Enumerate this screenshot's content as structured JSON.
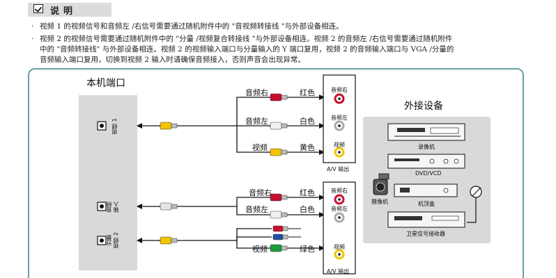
{
  "header": {
    "title": "说明",
    "icon": "checkbox-icon"
  },
  "notes": [
    {
      "bullet": "·",
      "lines": [
        "视频 1 的视频信号和音频左 /右信号需要通过随机附件中的 \"音视频转接线 \"与外部设备相连。"
      ]
    },
    {
      "bullet": "·",
      "lines": [
        "视频 2 的视频信号需要通过随机附件中的 \"分量 /视频复合转接线 \"与外部设备相连。视频 2 的音频左 /右信号需要通过随机附件",
        "中的 \"音频转接线\" 与外部设备相连。视频 2 的视频输入端口与分量输入的 Y 端口复用，视频 2 的音频输入端口与 VGA /分量的",
        "音频输入端口复用，切换到视频 2 输入时请确保音频接入，否则声音会出现异常。"
      ]
    }
  ],
  "diagram": {
    "local_ports_title": "本机端口",
    "external_devices_title": "外接设备",
    "port_video1": "视频 1",
    "port_audio_in": [
      "音频",
      "输入"
    ],
    "port_component_video2": [
      "分量",
      "视频 2"
    ],
    "group_top": {
      "rows": [
        {
          "label": "音频右",
          "color_label": "红色",
          "jack_label": "音频右"
        },
        {
          "label": "音频左",
          "color_label": "白色",
          "jack_label": "音频左"
        },
        {
          "label": "视频",
          "color_label": "黄色",
          "jack_label": "视频"
        }
      ],
      "output_label": "A/V 输出"
    },
    "group_bottom": {
      "rows": [
        {
          "label": "音频右",
          "color_label": "红色",
          "jack_label": "音频右"
        },
        {
          "label": "音频左",
          "color_label": "白色",
          "jack_label": "音频左"
        },
        {
          "label": "视频",
          "color_label": "绿色",
          "jack_label": "视频"
        }
      ],
      "output_label": "A/V 输出"
    },
    "devices": [
      "录像机",
      "DVD/VCD",
      "摄像机",
      "机顶盒",
      "卫星信号接收器"
    ],
    "colors": {
      "frame": "#6a9fa5",
      "red": "#c8102e",
      "white": "#f0f0f0",
      "yellow": "#f2c400",
      "green": "#1a9b3c",
      "blue": "#1f4fa0",
      "panel": "#d9d9d9"
    }
  }
}
